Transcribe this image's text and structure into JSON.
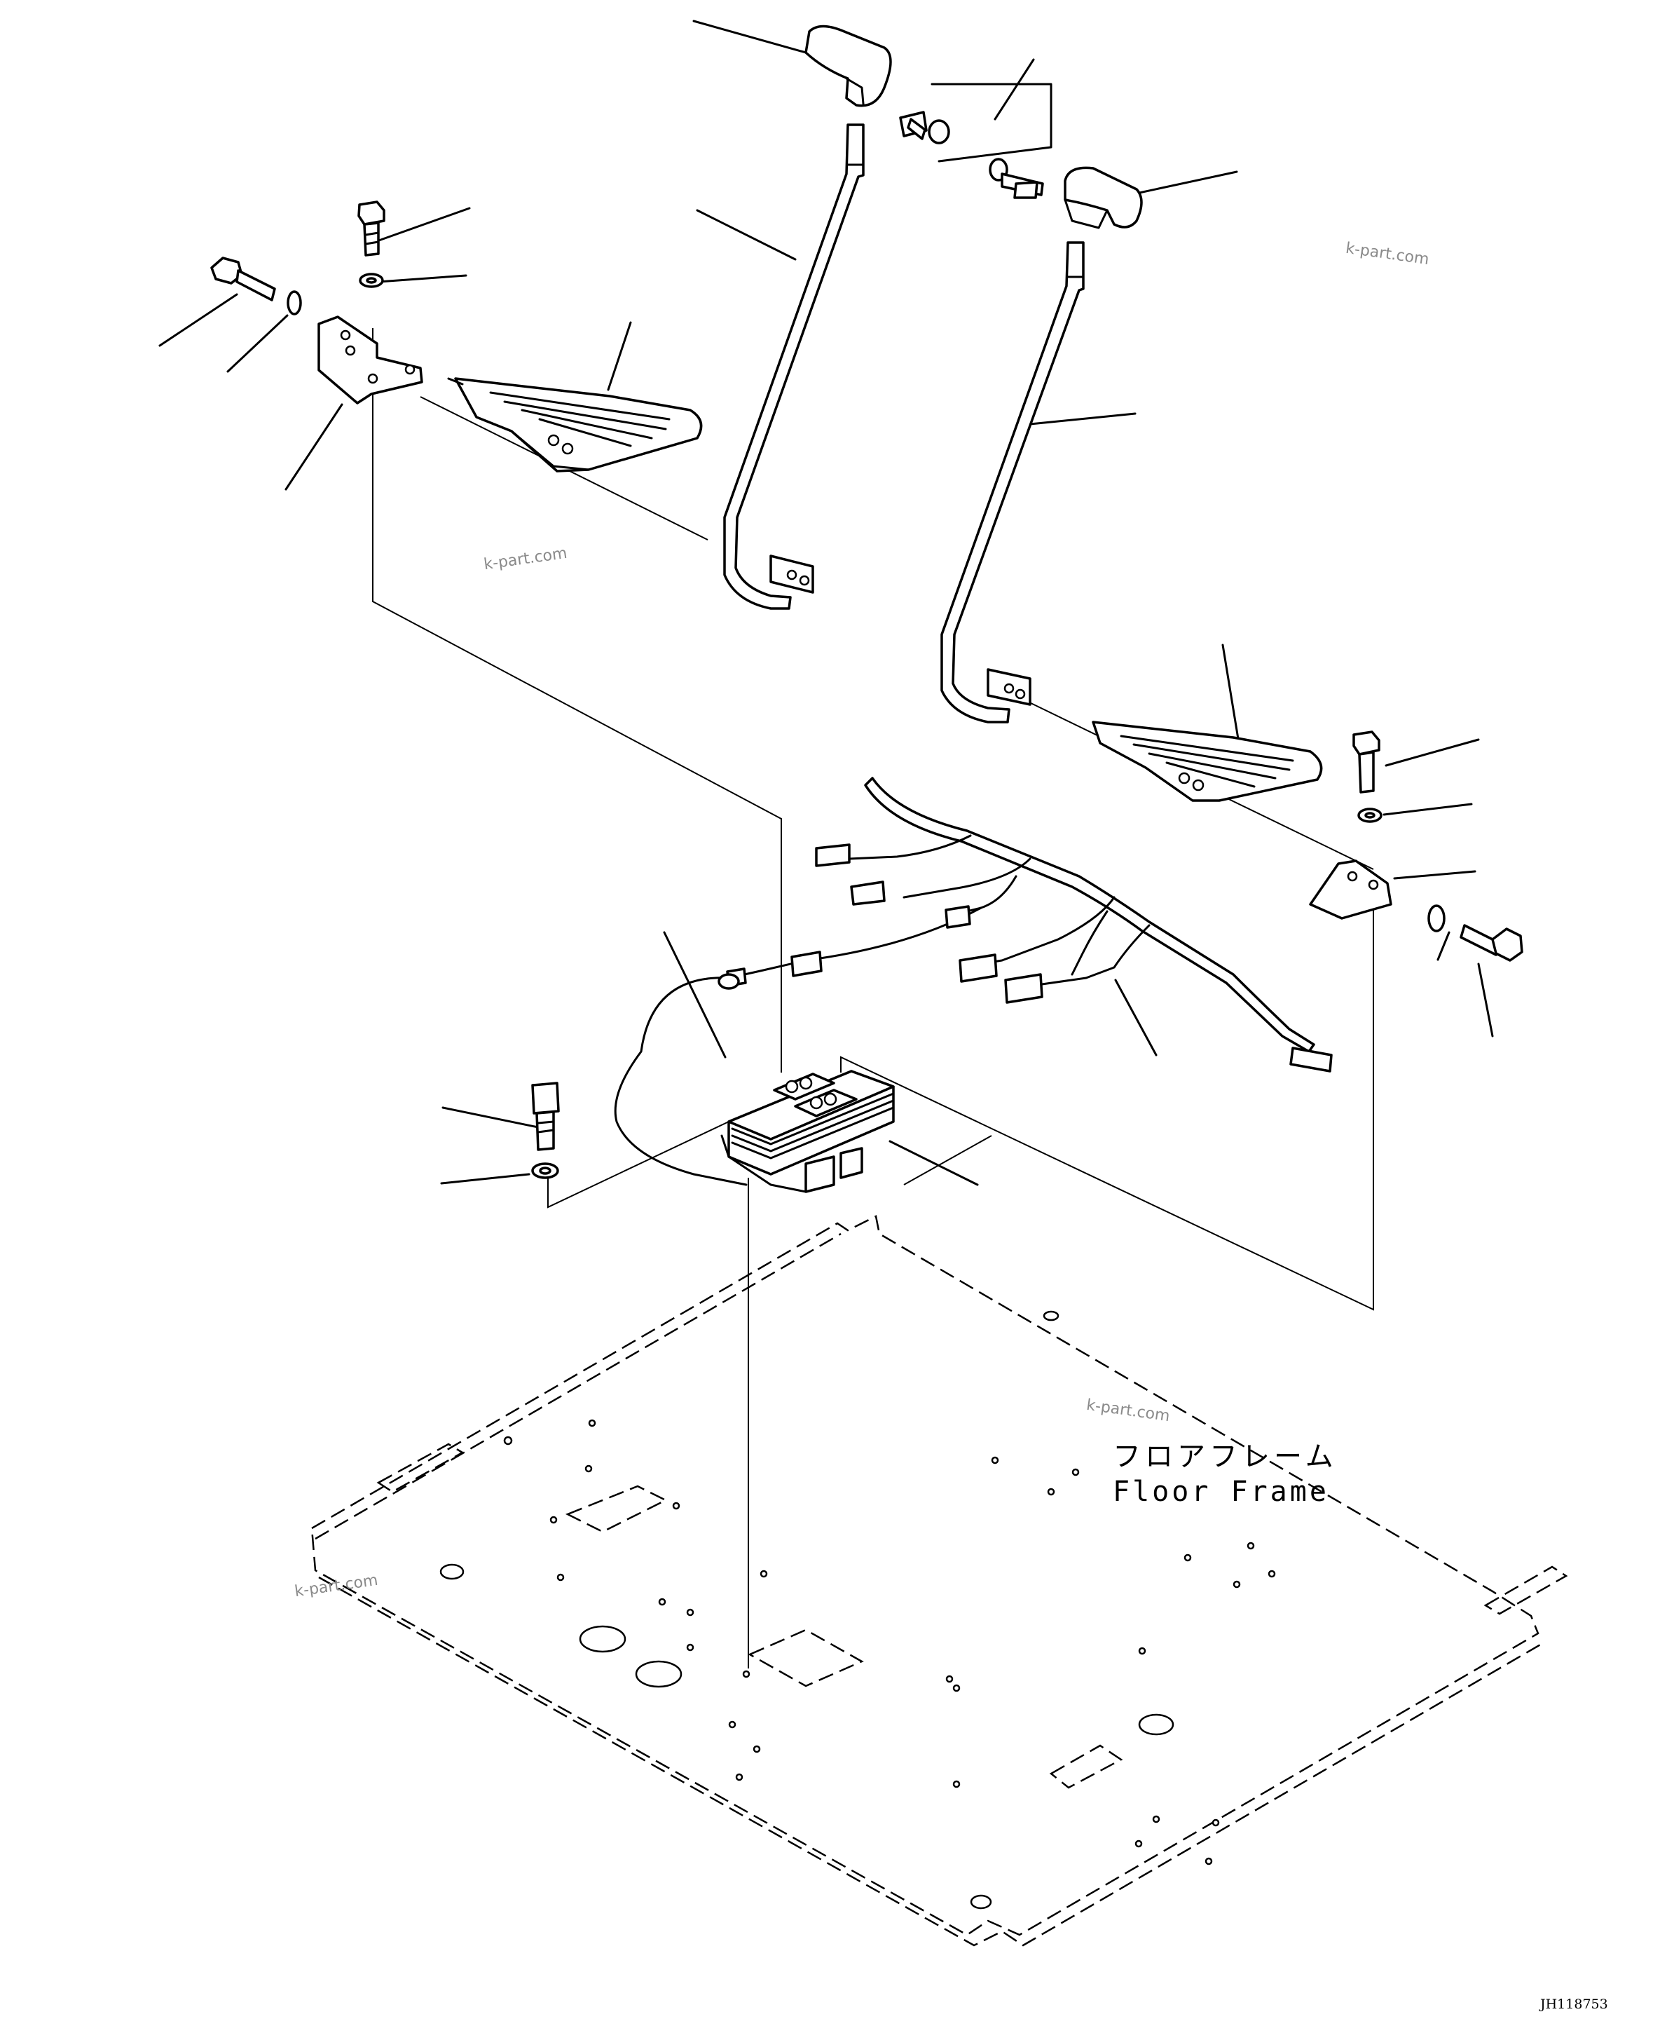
{
  "diagram": {
    "floor_frame_label_jp": "フロアフレーム",
    "floor_frame_label_en": "Floor Frame",
    "drawing_code": "JH118753",
    "watermarks": [
      "k-part.com",
      "k-part.com",
      "k-part.com",
      "k-part.com"
    ]
  }
}
